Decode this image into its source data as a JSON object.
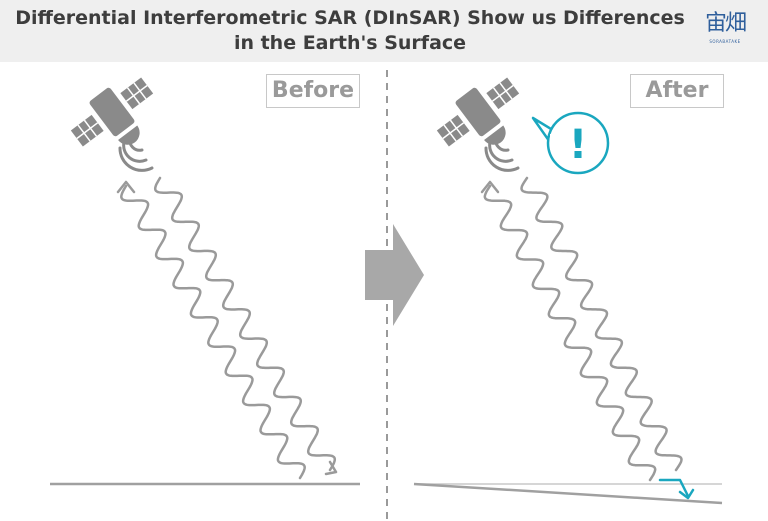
{
  "title_line1": "Differential Interferometric SAR (DInSAR) Show us Differences",
  "title_line2": "in the Earth's Surface",
  "logo": {
    "mark": "宙畑",
    "subtext": "SORABATAKE"
  },
  "panels": {
    "before_label": "Before",
    "after_label": "After"
  },
  "alert": {
    "symbol": "!"
  },
  "colors": {
    "gray": "#a0a0a0",
    "dark_gray": "#7a7a7a",
    "accent": "#1aa7bf",
    "title": "#3d3d3d"
  }
}
